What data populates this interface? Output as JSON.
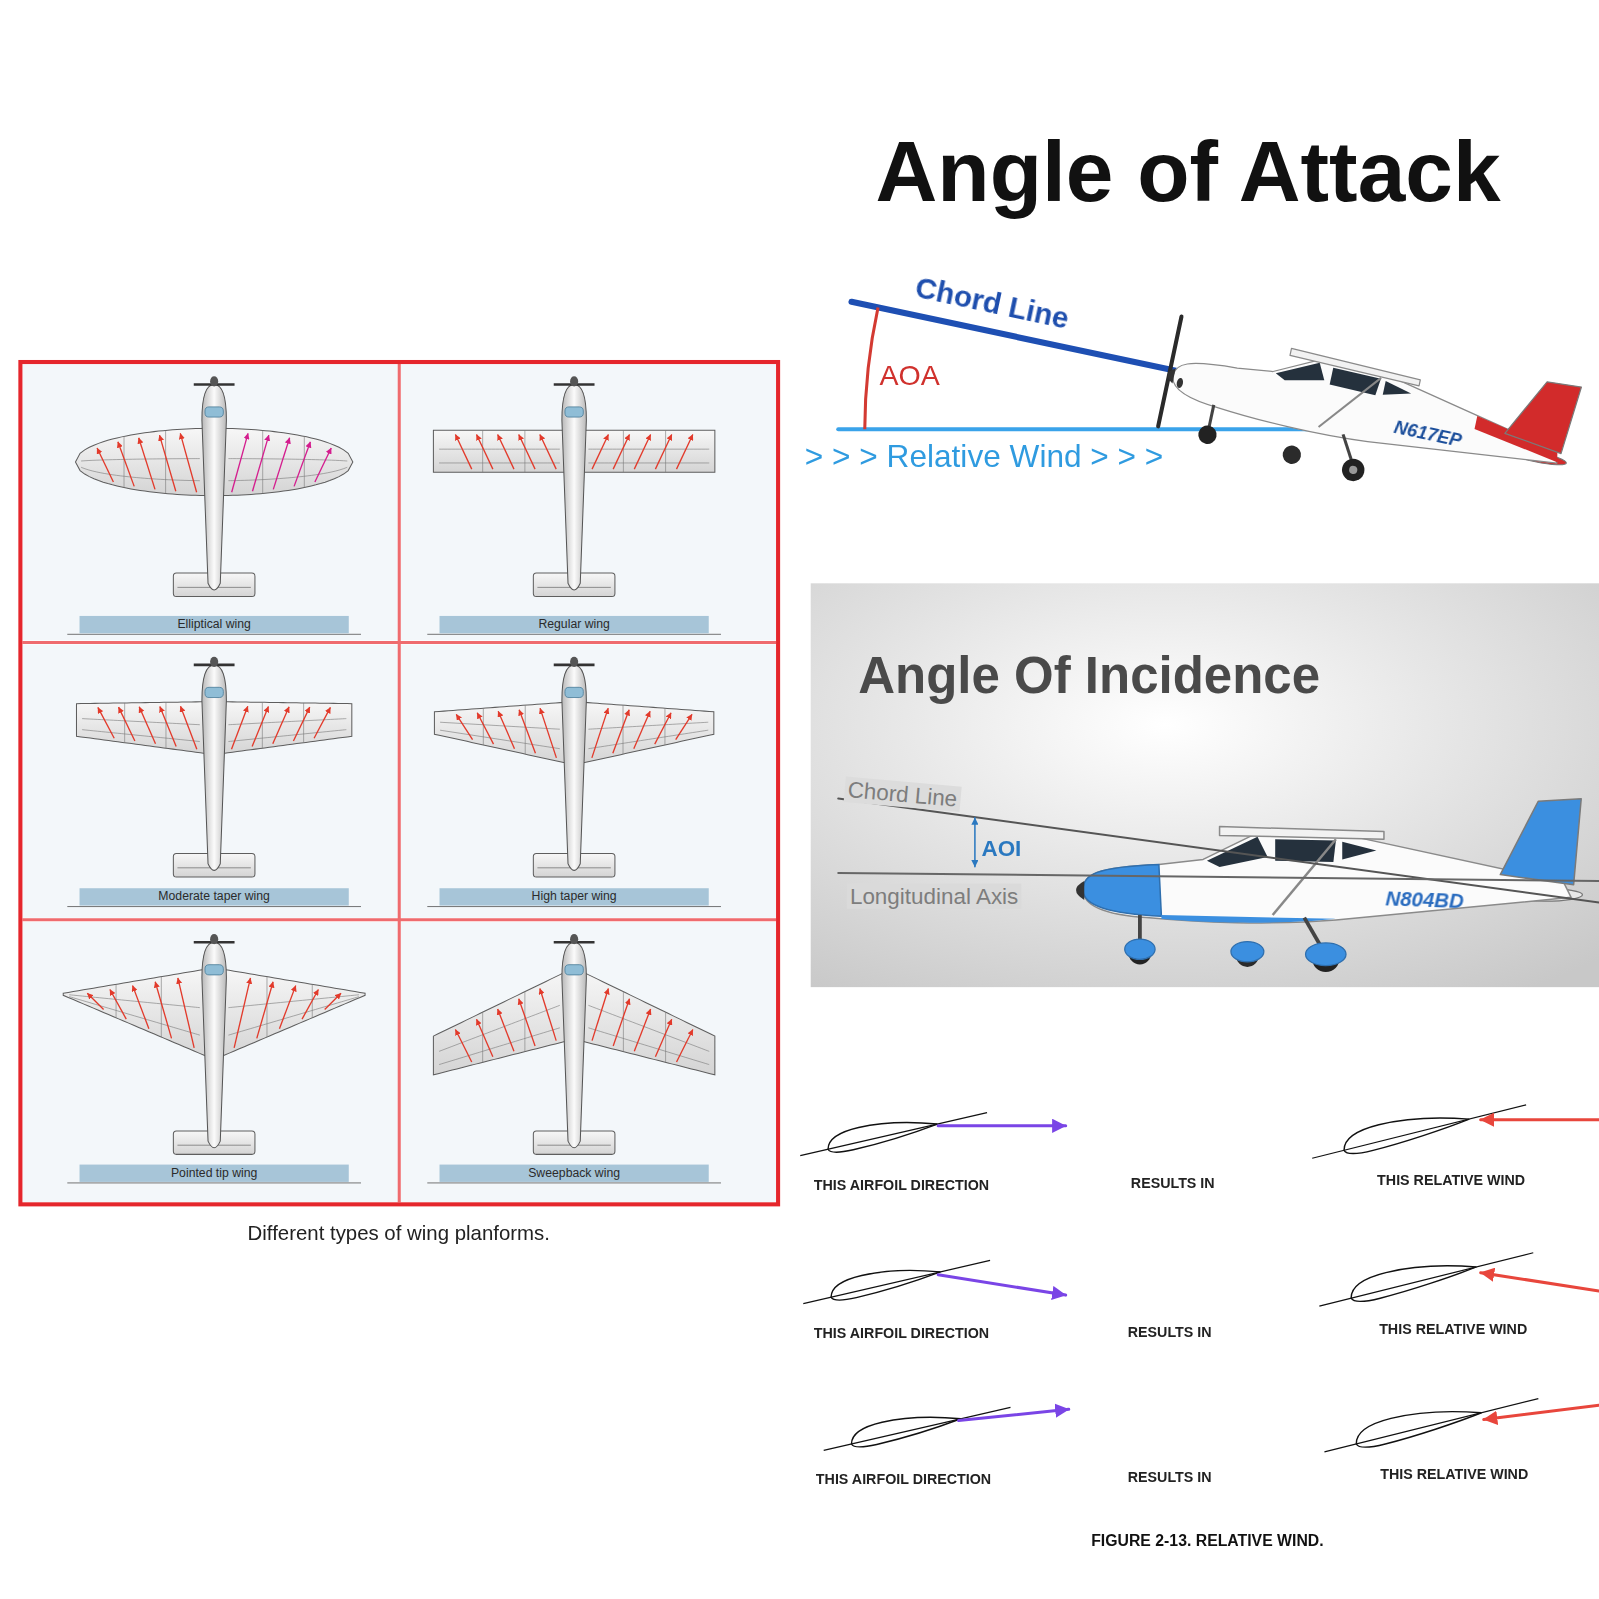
{
  "diagram": {
    "caption": "Different types of wing planforms.",
    "nodes": [
      {
        "text": [
          "Elliptical wing"
        ]
      },
      {
        "text": [
          "Regular wing"
        ]
      },
      {
        "text": [
          "Moderate taper wing"
        ]
      },
      {
        "text": [
          "High taper wing"
        ]
      },
      {
        "text": [
          "Pointed tip wing"
        ]
      },
      {
        "text": [
          "Sweepback wing"
        ]
      }
    ],
    "labels": [
      "Angle of Attack",
      "Chord Line",
      "AOA",
      "> > > Relative Wind > > >",
      "N617EP",
      "Angle Of Incidence",
      "Chord Line",
      "AOI",
      "Longitudinal Axis",
      "N804BD",
      "THIS AIRFOIL DIRECTION",
      "RESULTS IN",
      "THIS RELATIVE WIND",
      "THIS AIRFOIL DIRECTION",
      "RESULTS IN",
      "THIS RELATIVE WIND",
      "THIS AIRFOIL DIRECTION",
      "RESULTS IN",
      "THIS RELATIVE WIND",
      "FIGURE 2-13. RELATIVE WIND."
    ]
  }
}
